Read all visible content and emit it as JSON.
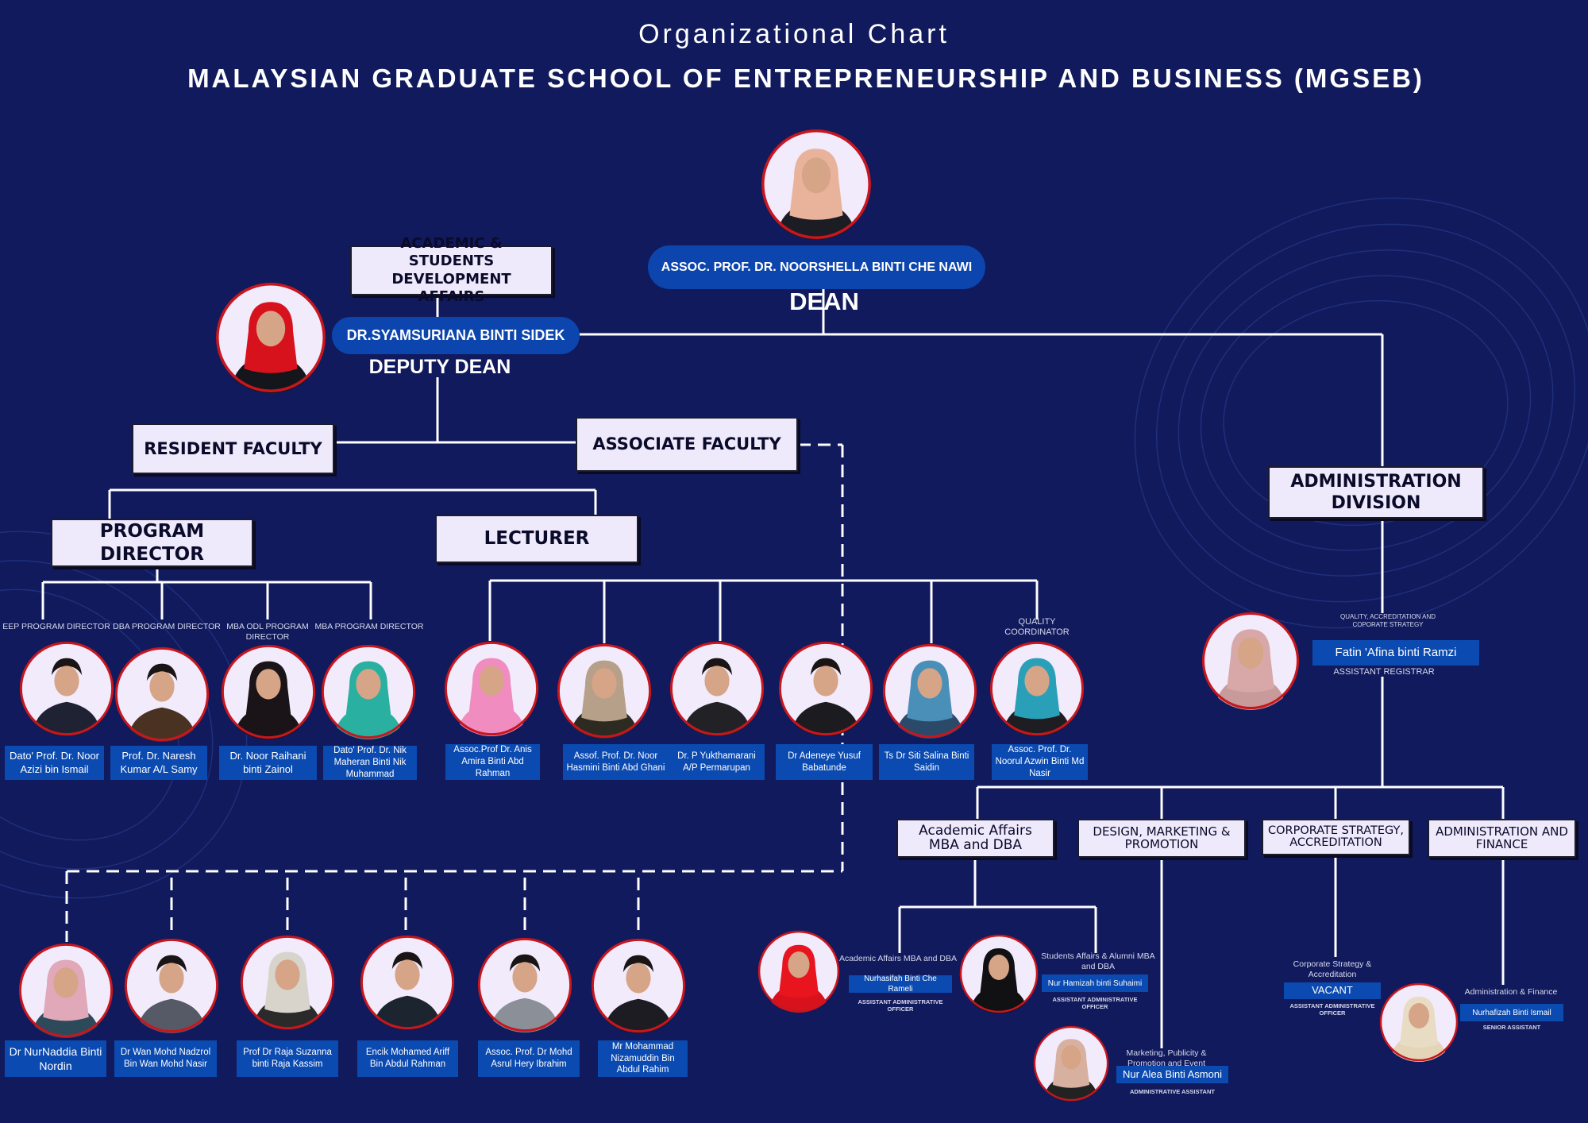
{
  "header": {
    "subtitle": "Organizational Chart",
    "title": "MALAYSIAN GRADUATE SCHOOL OF ENTREPRENEURSHIP AND BUSINESS (MGSEB)"
  },
  "dean": {
    "name": "ASSOC. PROF. DR. NOORSHELLA BINTI CHE NAWI",
    "role": "DEAN",
    "attire": "#1c1c24",
    "hijab": "#e8b39a"
  },
  "deputy": {
    "name": "DR.SYAMSURIANA BINTI SIDEK",
    "role": "DEPUTY DEAN",
    "attire": "#15151c",
    "hijab": "#d8121c"
  },
  "units": {
    "academic": "ACADEMIC & STUDENTS DEVELOPMENT AFFAIRS",
    "resident": "RESIDENT FACULTY",
    "associate": "ASSOCIATE FACULTY",
    "program_director": "PROGRAM DIRECTOR",
    "lecturer": "LECTURER",
    "admin": "ADMINISTRATION DIVISION",
    "academic_affairs": "Academic Affairs MBA and DBA",
    "design": "DESIGN, MARKETING & PROMOTION",
    "corporate": "CORPORATE STRATEGY, ACCREDITATION",
    "admin_finance": "ADMINISTRATION AND FINANCE"
  },
  "program_directors": [
    {
      "title": "EEP PROGRAM DIRECTOR",
      "name": "Dato' Prof. Dr. Noor Azizi bin Ismail",
      "attire": "#1e2233",
      "hijab": null
    },
    {
      "title": "DBA PROGRAM DIRECTOR",
      "name": "Prof. Dr. Naresh Kumar A/L Samy",
      "attire": "#4a3222",
      "hijab": null
    },
    {
      "title": "MBA ODL PROGRAM DIRECTOR",
      "name": "Dr. Noor Raihani binti Zainol",
      "attire": "#1a1418",
      "hijab": "#1a1418"
    },
    {
      "title": "MBA PROGRAM DIRECTOR",
      "name": "Dato' Prof. Dr. Nik Maheran Binti Nik Muhammad",
      "attire": "#2ab0a0",
      "hijab": "#2ab0a0"
    }
  ],
  "lecturers": [
    {
      "title": "",
      "name": "Assoc.Prof  Dr. Anis Amira Binti Abd Rahman",
      "attire": "#f08cc0",
      "hijab": "#f08cc0"
    },
    {
      "title": "",
      "name": "Assof. Prof. Dr. Noor Hasmini Binti Abd Ghani",
      "attire": "#2d2a22",
      "hijab": "#b7a08a"
    },
    {
      "title": "",
      "name": "Dr. P Yukthamarani A/P Permarupan",
      "attire": "#222226",
      "hijab": null
    },
    {
      "title": "",
      "name": "Dr Adeneye Yusuf Babatunde",
      "attire": "#1c1c20",
      "hijab": null
    },
    {
      "title": "",
      "name": "Ts Dr Siti Salina Binti Saidin",
      "attire": "#2b4a6a",
      "hijab": "#4a8fb8"
    },
    {
      "title": "QUALITY COORDINATOR",
      "name": "Assoc. Prof. Dr. Noorul Azwin Binti Md Nasir",
      "attire": "#1e1e22",
      "hijab": "#2aa0b8"
    }
  ],
  "associates": [
    {
      "name": "Dr NurNaddia Binti Nordin",
      "attire": "#2c4a5a",
      "hijab": "#e0a8b8"
    },
    {
      "name": "Dr Wan Mohd Nadzrol Bin Wan Mohd Nasir",
      "attire": "#555a66",
      "hijab": null
    },
    {
      "name": "Prof Dr Raja Suzanna binti Raja Kassim",
      "attire": "#2a2a2a",
      "hijab": "#d8d4cc"
    },
    {
      "name": "Encik Mohamed Ariff Bin Abdul Rahman",
      "attire": "#1c2430",
      "hijab": null
    },
    {
      "name": "Assoc. Prof. Dr Mohd Asrul Hery Ibrahim",
      "attire": "#8a8f98",
      "hijab": null
    },
    {
      "name": "Mr Mohammad Nizamuddin Bin Abdul Rahim",
      "attire": "#1c1c22",
      "hijab": null
    }
  ],
  "admin_head": {
    "unit": "QUALITY, ACCREDITATION AND COPORATE STRATEGY",
    "name": "Fatin 'Afina binti Ramzi",
    "position": "ASSISTANT REGISTRAR",
    "attire": "#c89a9a",
    "hijab": "#d8a8a8"
  },
  "admin_staff": [
    {
      "unit": "Academic Affairs MBA and DBA",
      "name": "Nurhasifah Binti Che Rameli",
      "position": "ASSISTANT ADMINISTRATIVE OFFICER",
      "attire": "#d8121c",
      "hijab": "#e8141e"
    },
    {
      "unit": "Students Affairs & Alumni MBA and DBA",
      "name": "Nur Hamizah binti Suhaimi",
      "position": "ASSISTANT ADMINISTRATIVE OFFICER",
      "attire": "#111114",
      "hijab": "#111114"
    },
    {
      "unit": "Marketing, Publicity & Promotion and Event",
      "name": "Nur Alea Binti Asmoni",
      "position": "ADMINISTRATIVE ASSISTANT",
      "attire": "#222",
      "hijab": "#d8b0a0"
    },
    {
      "unit": "Corporate Strategy & Accreditation",
      "name": "VACANT",
      "position": "ASSISTANT ADMINISTRATIVE OFFICER"
    },
    {
      "unit": "Administration & Finance",
      "name": "Nurhafizah Binti Ismail",
      "position": "SENIOR ASSISTANT",
      "attire": "#e4d4b8",
      "hijab": "#e8dcc4"
    }
  ]
}
